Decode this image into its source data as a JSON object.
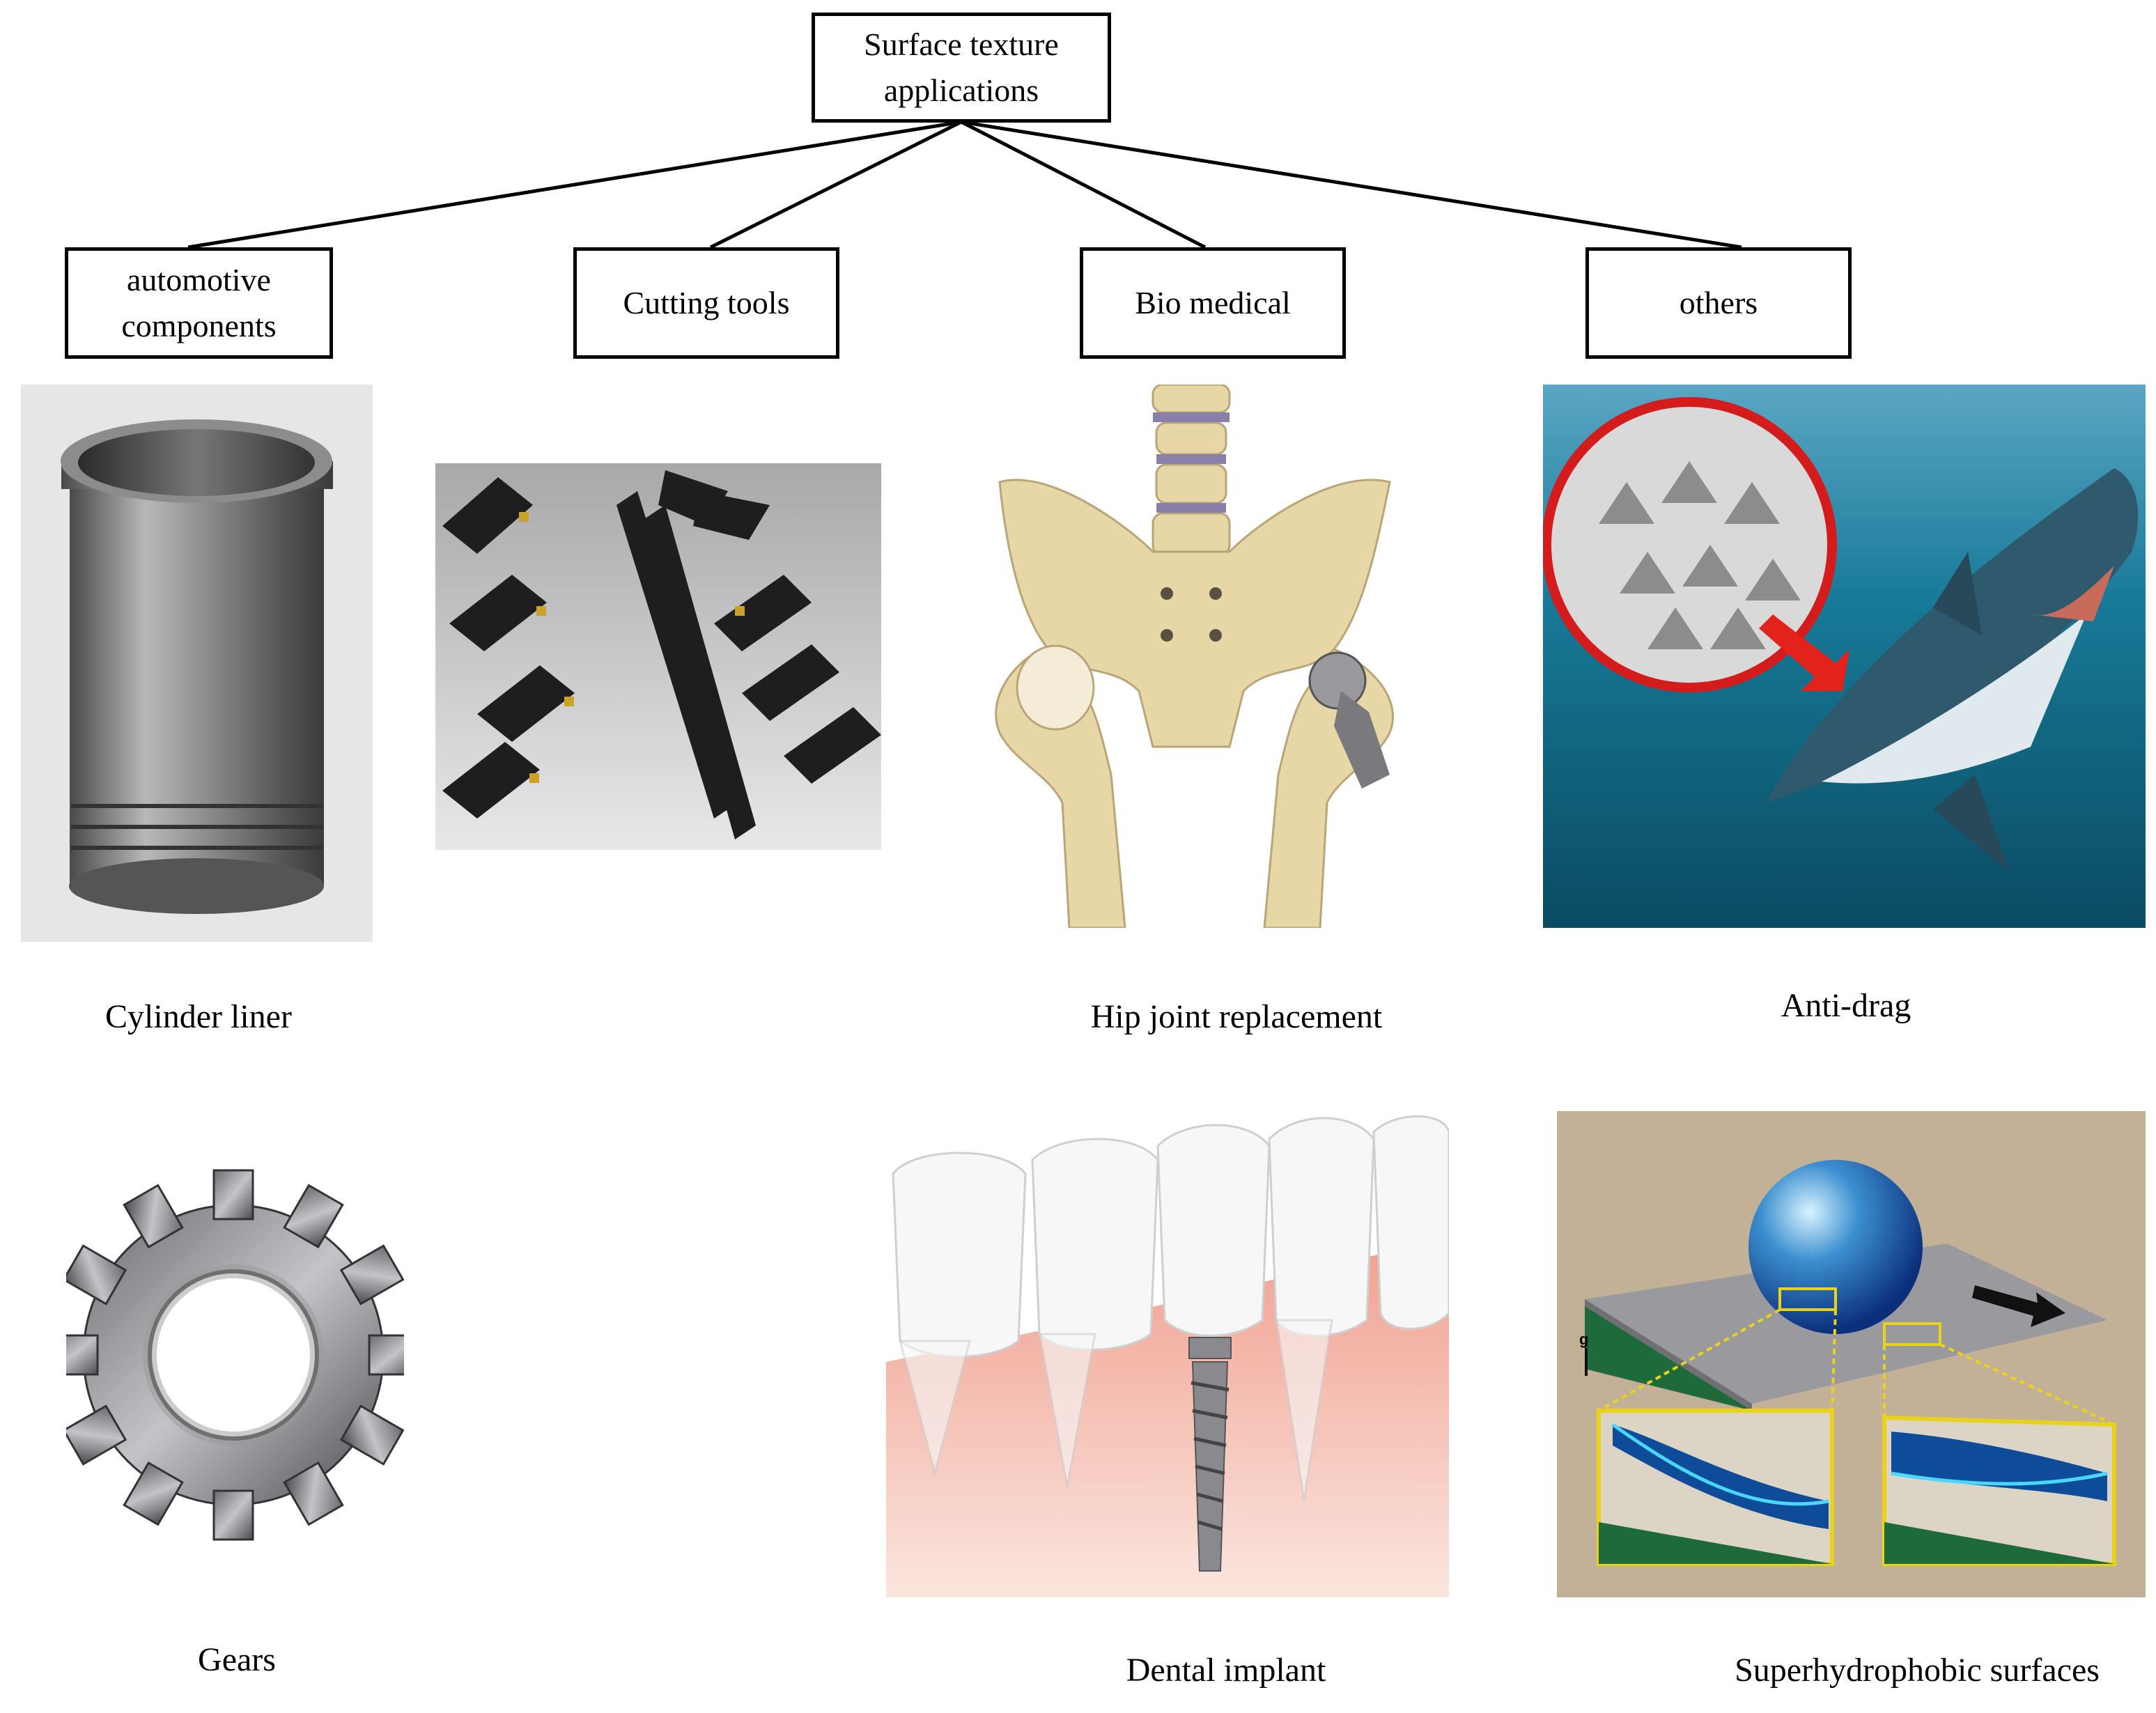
{
  "root": {
    "label": "Surface texture\napplications"
  },
  "categories": [
    {
      "id": "automotive",
      "label": "automotive\ncomponents"
    },
    {
      "id": "cutting",
      "label": "Cutting tools"
    },
    {
      "id": "biomedical",
      "label": "Bio medical"
    },
    {
      "id": "others",
      "label": "others"
    }
  ],
  "captions": {
    "cylinder_liner": "Cylinder liner",
    "hip_joint": "Hip joint replacement",
    "anti_drag": "Anti-drag",
    "gears": "Gears",
    "dental_implant": "Dental implant",
    "superhydrophobic": "Superhydrophobic surfaces"
  },
  "images": {
    "cylinder_liner": "cylinder-liner-photo",
    "cutting_tools": "cutting-tools-photo",
    "hip_joint": "hip-joint-illustration",
    "anti_drag": "shark-skin-photo",
    "gears": "gear-photo",
    "dental_implant": "dental-implant-illustration",
    "superhydrophobic": "water-droplet-on-textured-surface-illustration",
    "gravity_label": "g"
  }
}
